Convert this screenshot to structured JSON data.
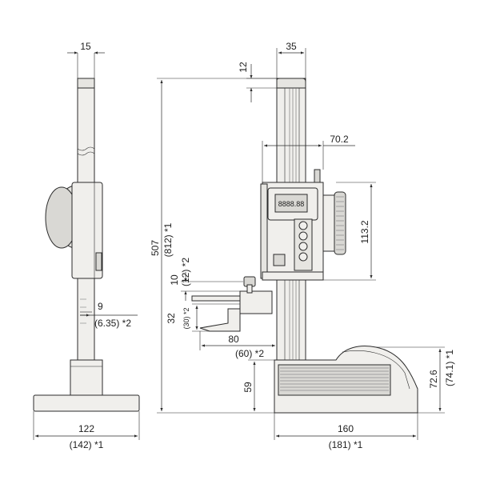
{
  "dimensions": {
    "side_top_width": "15",
    "slider_width": "9",
    "slider_width_alt": "(6.35) *2",
    "base_width_side": "122",
    "base_width_side_alt": "(142) *1",
    "column_width": "35",
    "head_height": "12",
    "overall_height": "507",
    "overall_height_alt": "(812) *1",
    "slider_span": "70.2",
    "display_height": "113.2",
    "scriber_thickness": "10",
    "scriber_thickness_alt": "(12) *2",
    "scriber_height": "32",
    "scriber_height_alt": "(30) *2",
    "scriber_reach": "80",
    "scriber_reach_alt": "(60) *2",
    "base_top_height": "59",
    "base_height_front": "72.6",
    "base_height_front_alt": "(74.1) *1",
    "base_width_front": "160",
    "base_width_front_alt": "(181) *1"
  }
}
